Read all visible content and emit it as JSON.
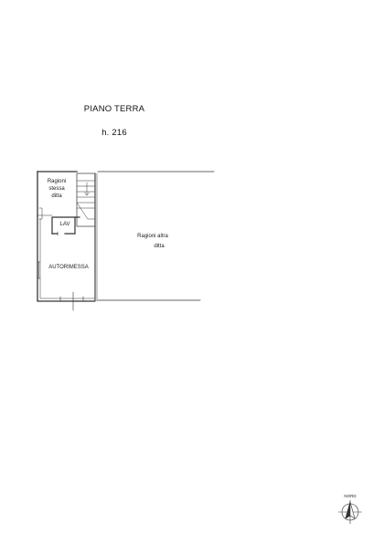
{
  "plan": {
    "title": "PIANO TERRA",
    "height": "h. 216"
  },
  "rooms": {
    "ragioni_stessa": [
      "Ragioni",
      "stessa",
      "ditta"
    ],
    "lav": "LAV",
    "ragioni_altra": [
      "Ragioni altra",
      "ditta"
    ],
    "autorimessa": "AUTORIMESSA"
  },
  "compass": {
    "label": "NORD",
    "icon": "north-arrow-icon"
  },
  "colors": {
    "line": "#333333",
    "background": "#ffffff"
  }
}
